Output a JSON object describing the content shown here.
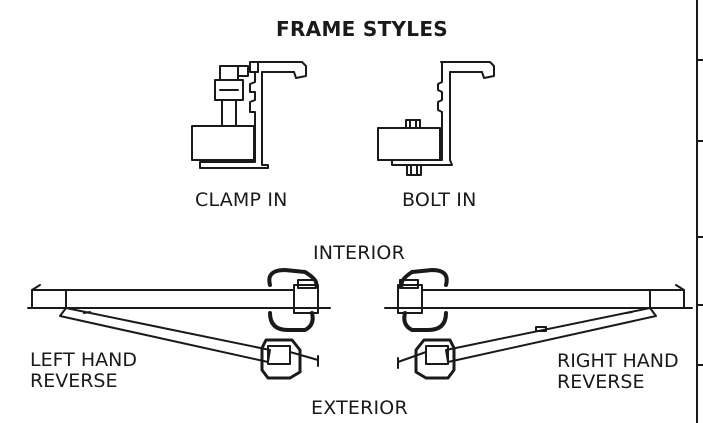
{
  "title": "FRAME STYLES",
  "frame_styles": [
    {
      "label": "CLAMP IN"
    },
    {
      "label": "BOLT IN"
    }
  ],
  "orientation": {
    "interior": "INTERIOR",
    "exterior": "EXTERIOR"
  },
  "hinges": {
    "left": {
      "line1": "LEFT HAND",
      "line2": "REVERSE"
    },
    "right": {
      "line1": "RIGHT HAND",
      "line2": "REVERSE"
    }
  },
  "colors": {
    "stroke": "#1a1a1a",
    "fill": "#ffffff"
  }
}
